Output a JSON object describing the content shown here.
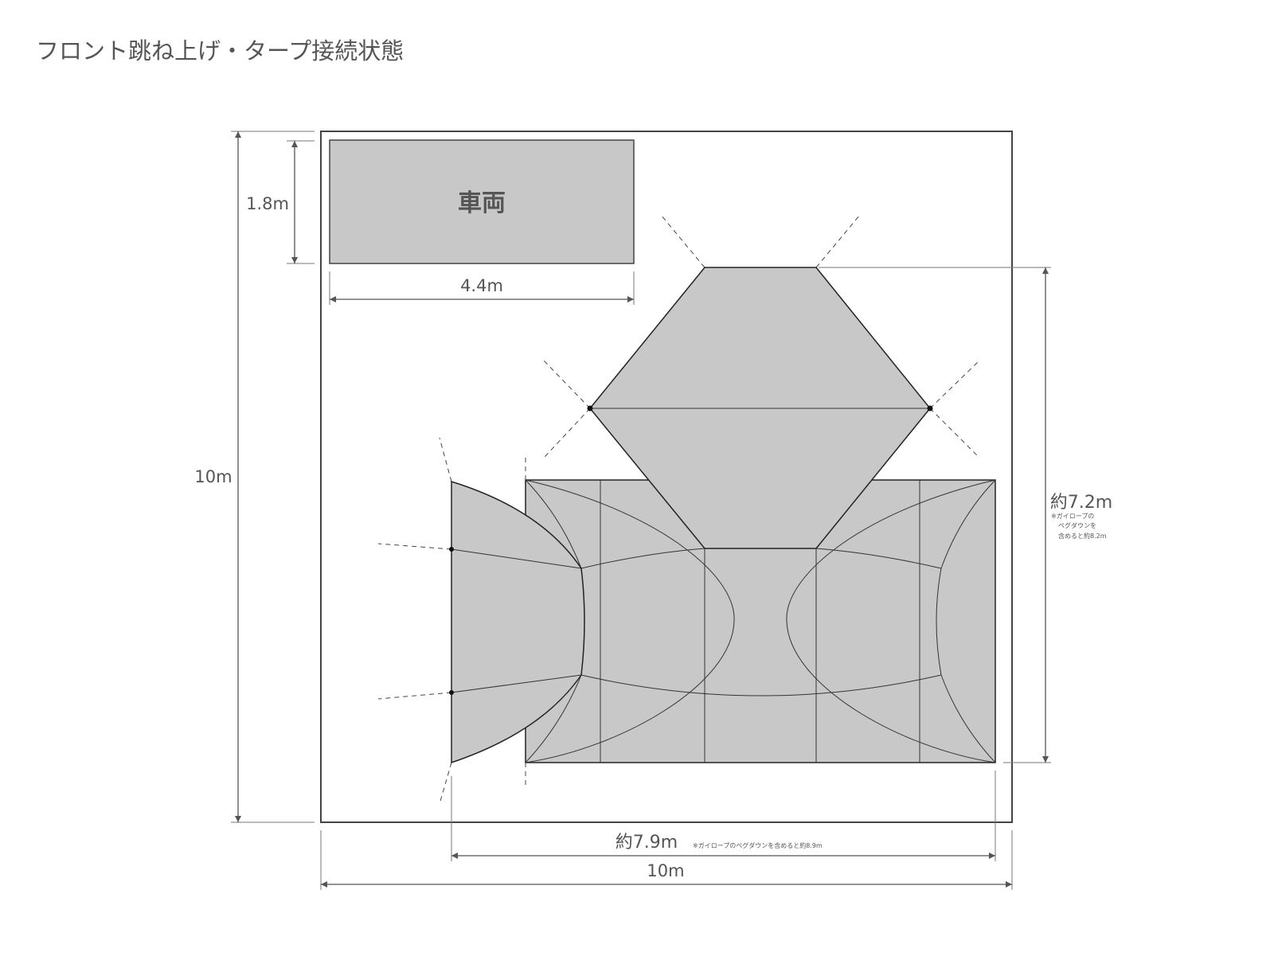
{
  "title": "フロント跳ね上げ・タープ接続状態",
  "vehicle": {
    "label": "車両",
    "length": "4.4m",
    "width": "1.8m"
  },
  "site": {
    "width": "10m",
    "height": "10m"
  },
  "tent": {
    "depth": "約7.2m",
    "depth_note_lines": [
      "※ガイロープの",
      "ペグダウンを",
      "含めると約8.2m"
    ],
    "width": "約7.9m",
    "width_note": "※ガイロープのペグダウンを含めると約8.9m"
  },
  "colors": {
    "fill": "#c8c8c8",
    "stroke": "#222222",
    "text": "#555555"
  }
}
